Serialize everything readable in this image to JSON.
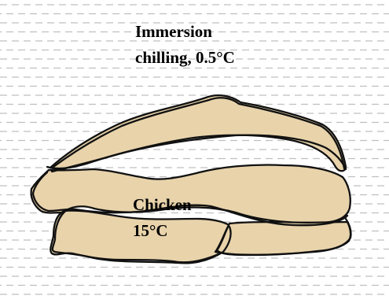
{
  "diagram": {
    "title_lines": [
      "Immersion",
      "chilling, 0.5°C"
    ],
    "chicken_lines": [
      "Chicken",
      "15°C"
    ]
  },
  "colors": {
    "background": "#ffffff",
    "water_dash": "#bfbfbf",
    "chicken_fill": "#e8d3ab",
    "outline": "#111111",
    "text": "#000000"
  }
}
